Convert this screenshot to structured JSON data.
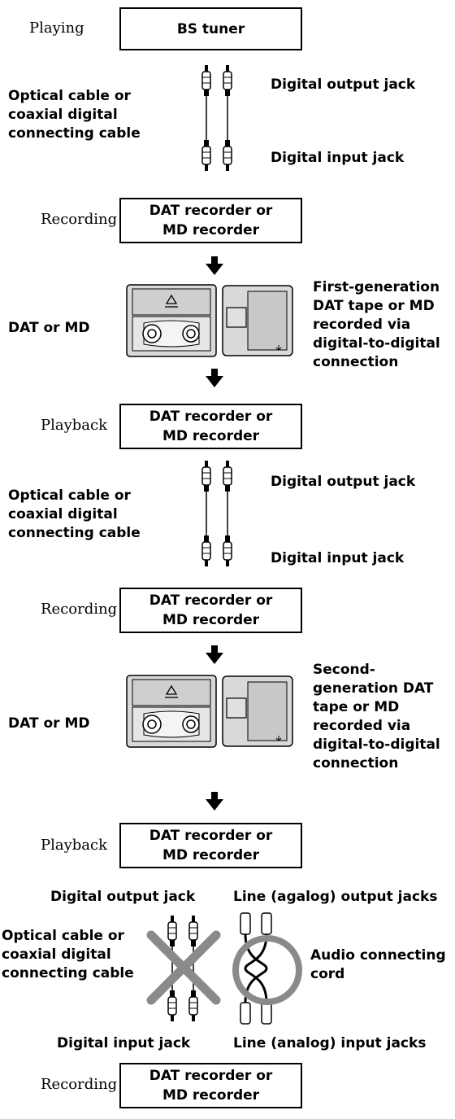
{
  "stages": {
    "playing": "Playing",
    "recording": "Recording",
    "playback": "Playback"
  },
  "devices": {
    "bs_tuner": "BS tuner",
    "dat_line1": "DAT recorder or",
    "dat_line2": "MD recorder"
  },
  "cables": {
    "optical_line1": "Optical cable or",
    "optical_line2": "coaxial digital",
    "optical_line3": "connecting cable",
    "digital_output": "Digital output jack",
    "digital_input": "Digital input jack",
    "line_output": "Line (agalog) output jacks",
    "line_input": "Line (analog) input jacks",
    "audio_cord_line1": "Audio connecting",
    "audio_cord_line2": "cord"
  },
  "media": {
    "dat_or_md": "DAT or MD",
    "first_gen_lines": [
      "First-generation",
      "DAT tape or MD",
      "recorded via",
      "digital-to-digital",
      "connection"
    ],
    "second_gen_lines": [
      "Second-",
      "generation DAT",
      "tape or MD",
      "recorded via",
      "digital-to-digital",
      "connection"
    ]
  },
  "colors": {
    "cross_mark": "#8a8a8a",
    "ring_mark": "#8a8a8a",
    "cartridge_fill": "#d9d9d9",
    "cartridge_stroke": "#000000"
  }
}
